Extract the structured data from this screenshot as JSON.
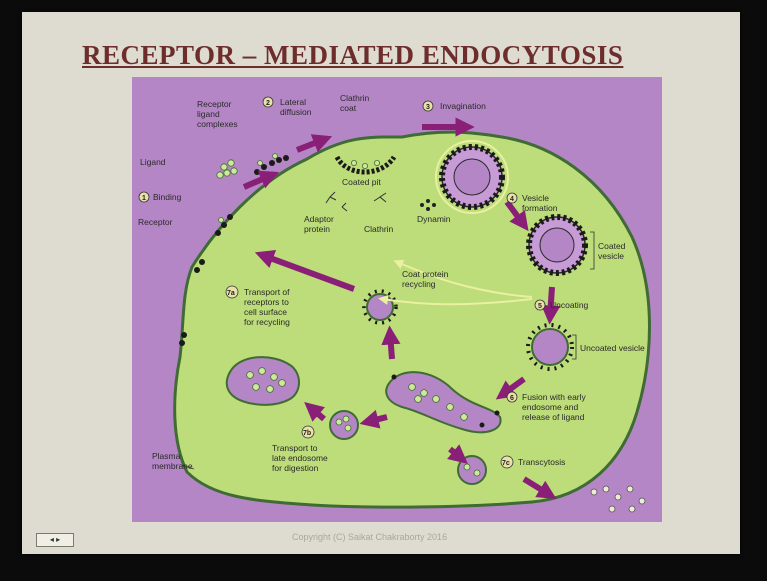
{
  "slide": {
    "title": "RECEPTOR – MEDIATED ENDOCYTOSIS",
    "footer": "Copyright (C) Saikat Chakraborty 2016",
    "nav_label": "◂ ▸"
  },
  "diagram": {
    "colors": {
      "background": "#b486c6",
      "cell": "#bddc7a",
      "membrane": "#3f6b34",
      "arrow": "#8a1f78",
      "coat": "#1a1a1a",
      "ligand": "#cfe89a"
    },
    "labels": {
      "receptor_ligand": [
        "Receptor",
        "ligand",
        "complexes"
      ],
      "ligand": "Ligand",
      "receptor": "Receptor",
      "binding": "Binding",
      "binding_num": "1",
      "lateral": [
        "Lateral",
        "diffusion"
      ],
      "lateral_num": "2",
      "clathrin_coat": [
        "Clathrin",
        "coat"
      ],
      "invagination": "Invagination",
      "invagination_num": "3",
      "coated_pit": "Coated pit",
      "adaptor": [
        "Adaptor",
        "protein"
      ],
      "clathrin": "Clathrin",
      "dynamin": "Dynamin",
      "vesicle_formation": [
        "Vesicle",
        "formation"
      ],
      "vesicle_num": "4",
      "coated_vesicle": [
        "Coated",
        "vesicle"
      ],
      "coat_recycling": [
        "Coat protein",
        "recycling"
      ],
      "uncoating": "Uncoating",
      "uncoating_num": "5",
      "transport_recycling": [
        "Transport of",
        "receptors to",
        "cell surface",
        "for recycling"
      ],
      "transport_recycling_num": "7a",
      "uncoated_vesicle": "Uncoated vesicle",
      "fusion": [
        "Fusion with early",
        "endosome and",
        "release of ligand"
      ],
      "fusion_num": "6",
      "transport_late": [
        "Transport to",
        "late endosome",
        "for digestion"
      ],
      "transport_late_num": "7b",
      "transcytosis": "Transcytosis",
      "transcytosis_num": "7c",
      "plasma_membrane": [
        "Plasma",
        "membrane"
      ]
    }
  }
}
